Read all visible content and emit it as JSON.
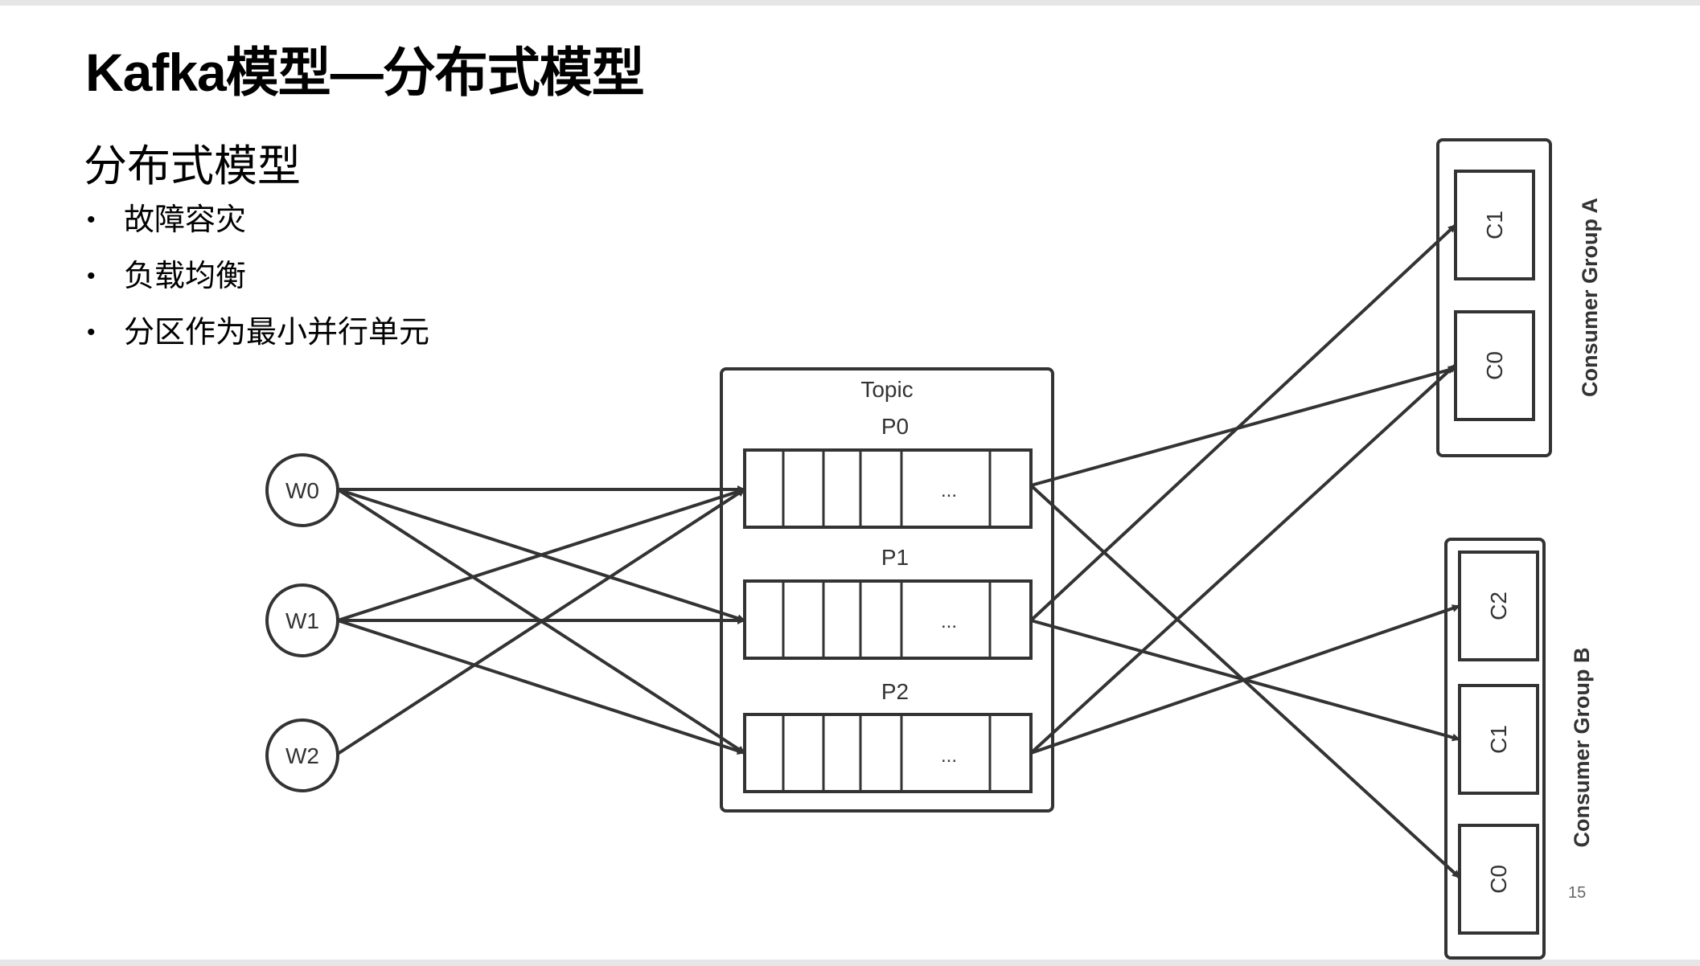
{
  "slide": {
    "title": "Kafka模型—分布式模型",
    "subtitle": "分布式模型",
    "bullets": [
      "故障容灾",
      "负载均衡",
      "分区作为最小并行单元"
    ],
    "page_number": "15"
  },
  "diagram": {
    "writers": [
      "W0",
      "W1",
      "W2"
    ],
    "topic": {
      "label": "Topic",
      "partitions": [
        {
          "label": "P0",
          "ellipsis": "..."
        },
        {
          "label": "P1",
          "ellipsis": "..."
        },
        {
          "label": "P2",
          "ellipsis": "..."
        }
      ]
    },
    "groups": [
      {
        "label": "Consumer Group A",
        "consumers": [
          "C1",
          "C0"
        ]
      },
      {
        "label": "Consumer Group B",
        "consumers": [
          "C2",
          "C1",
          "C0"
        ]
      }
    ],
    "colors": {
      "stroke": "#333333"
    }
  }
}
